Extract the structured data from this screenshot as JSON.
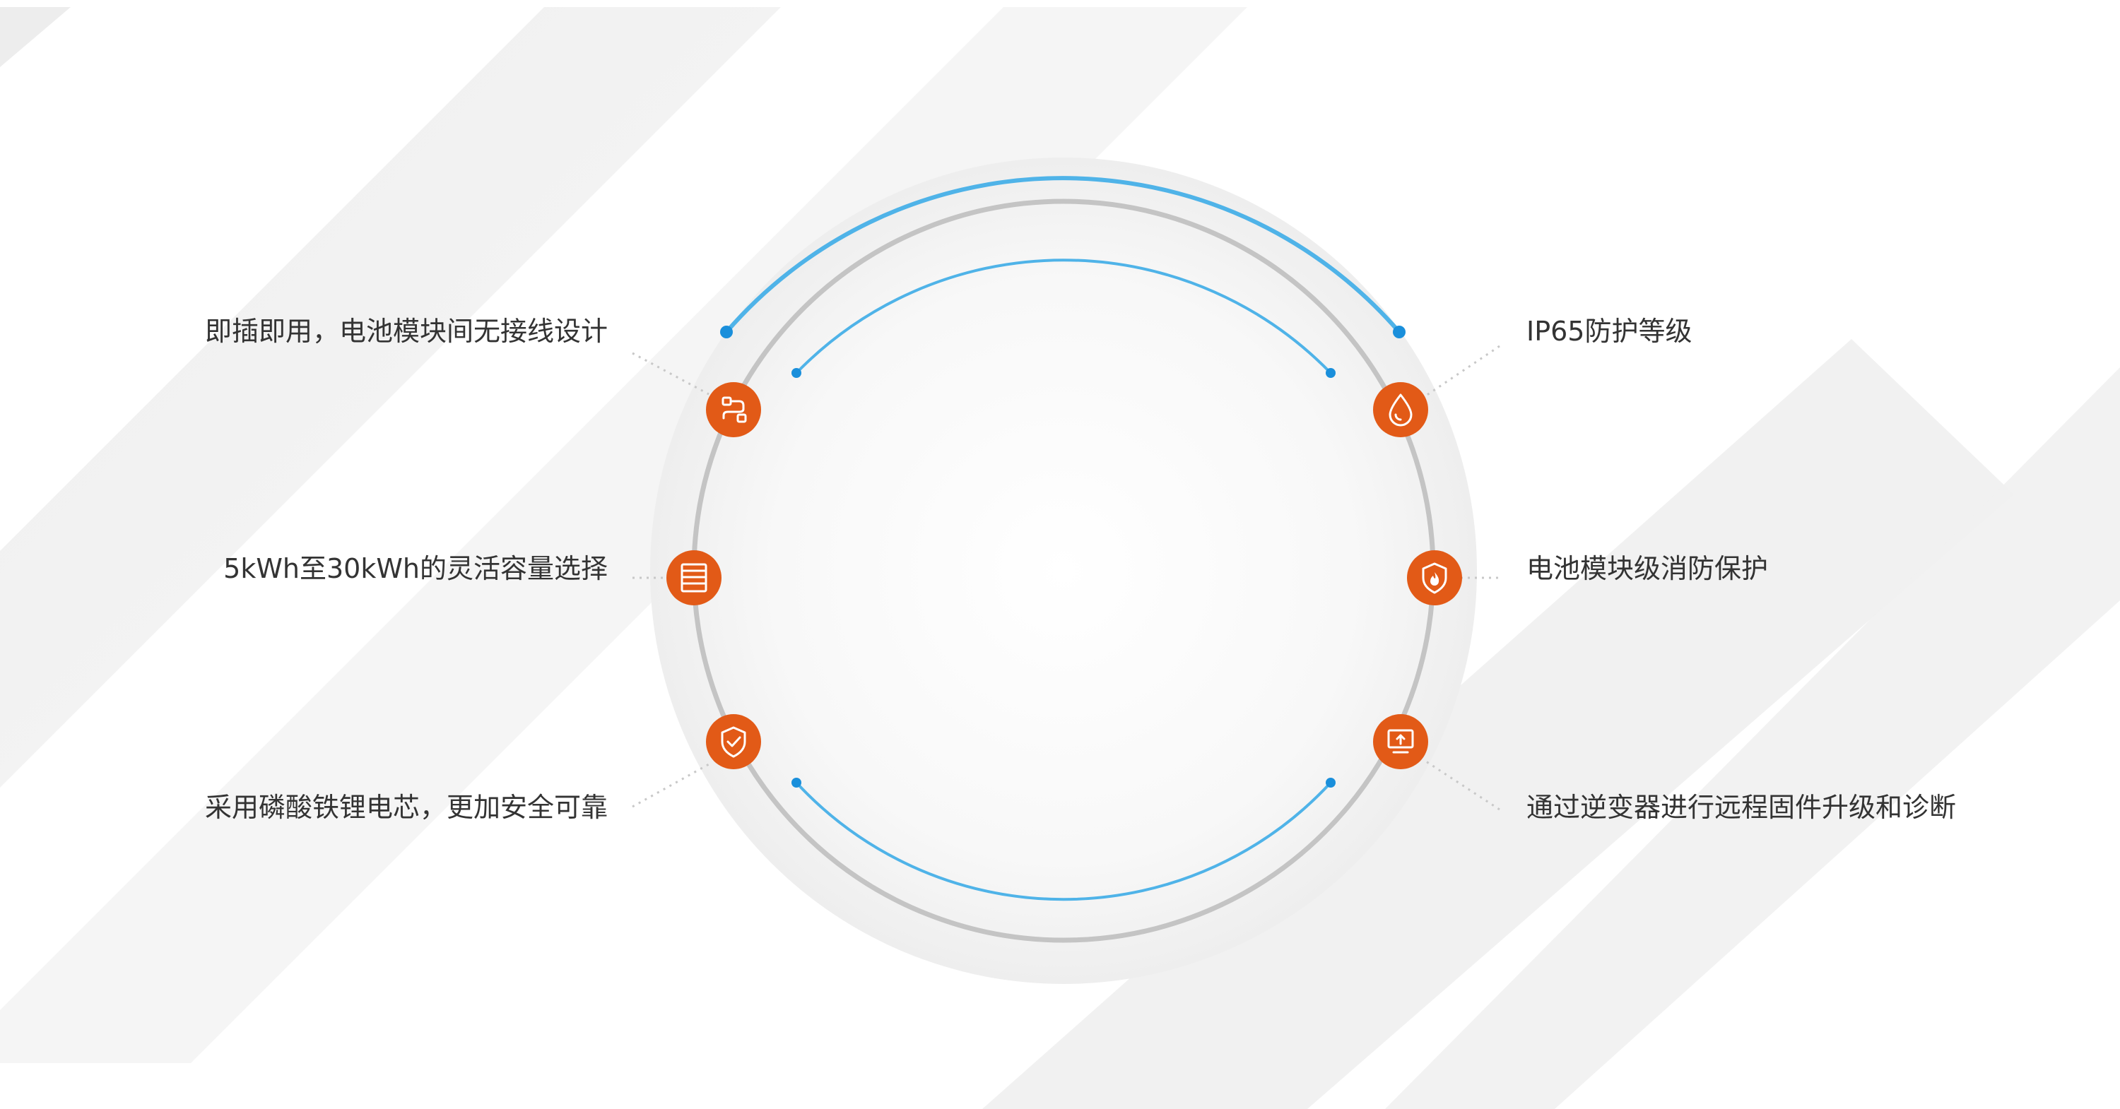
{
  "colors": {
    "accent_orange": "#E25A17",
    "arc_blue": "#4FB3E8",
    "dot_blue": "#1A8FDB",
    "ring_gray": "#C4C4C4",
    "text": "#333333"
  },
  "features": {
    "left": [
      {
        "label": "即插即用，电池模块间无接线设计",
        "icon": "connector-plug-icon"
      },
      {
        "label": "5kWh至30kWh的灵活容量选择",
        "icon": "battery-stack-icon"
      },
      {
        "label": "采用磷酸铁锂电芯，更加安全可靠",
        "icon": "shield-check-icon"
      }
    ],
    "right": [
      {
        "label": "IP65防护等级",
        "icon": "water-drop-icon"
      },
      {
        "label": "电池模块级消防保护",
        "icon": "fire-shield-icon"
      },
      {
        "label": "通过逆变器进行远程固件升级和诊断",
        "icon": "firmware-upgrade-monitor-icon"
      }
    ]
  }
}
